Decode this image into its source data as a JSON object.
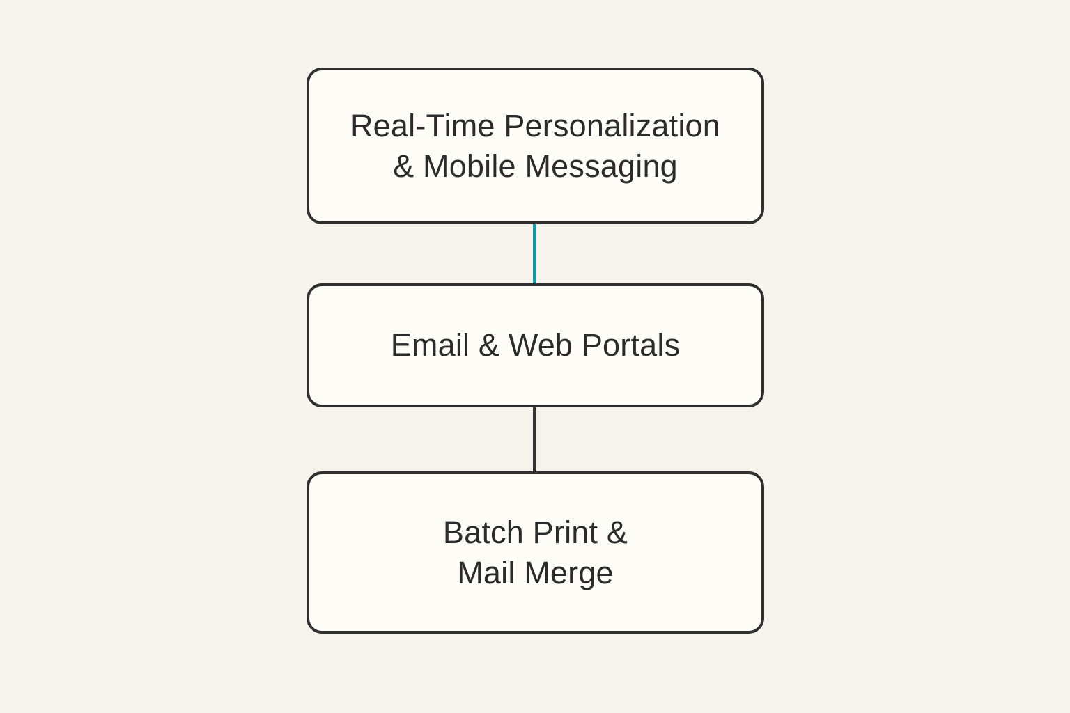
{
  "diagram": {
    "type": "flowchart-vertical",
    "background_color": "#f6f2ec",
    "node_fill_color": "#fdfcf7",
    "node_border_color": "#2f2f2f",
    "text_color": "#2b2b2b",
    "nodes": [
      {
        "id": "realtime-personalization-mobile-messaging",
        "line1": "Real-Time Personalization",
        "line2": "& Mobile Messaging"
      },
      {
        "id": "email-web-portals",
        "line1": "Email & Web Portals"
      },
      {
        "id": "batch-print-mail-merge",
        "line1": "Batch Print &",
        "line2": "Mail Merge"
      }
    ],
    "connectors": [
      {
        "from": "realtime-personalization-mobile-messaging",
        "to": "email-web-portals",
        "color": "#1a9aa0"
      },
      {
        "from": "email-web-portals",
        "to": "batch-print-mail-merge",
        "color": "#333333"
      }
    ]
  }
}
